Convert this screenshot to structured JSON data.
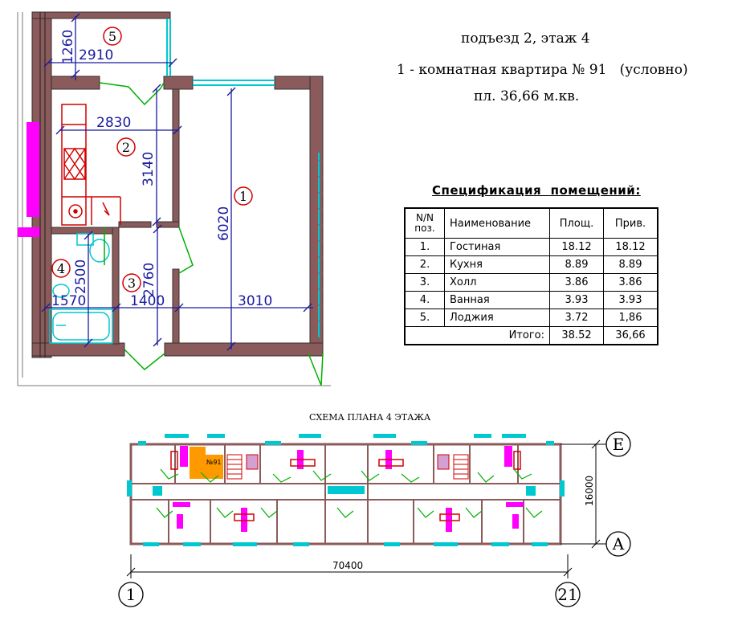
{
  "header": {
    "line1": "подъезд 2, этаж 4",
    "line2": "1 - комнатная квартира № 91   (условно)",
    "line3": "пл. 36,66 м.кв."
  },
  "spec": {
    "title": "Спецификация  помещений:",
    "columns": [
      "N/N поз.",
      "Наименование",
      "Площ.",
      "Прив."
    ],
    "rows": [
      {
        "num": "1.",
        "name": "Гостиная",
        "area": "18.12",
        "priv": "18.12"
      },
      {
        "num": "2.",
        "name": "Кухня",
        "area": "8.89",
        "priv": "8.89"
      },
      {
        "num": "3.",
        "name": "Холл",
        "area": "3.86",
        "priv": "3.86"
      },
      {
        "num": "4.",
        "name": "Ванная",
        "area": "3.93",
        "priv": "3.93"
      },
      {
        "num": "5.",
        "name": "Лоджия",
        "area": "3.72",
        "priv": "1,86"
      }
    ],
    "total": {
      "label": "Итого:",
      "area": "38.52",
      "priv": "36,66"
    }
  },
  "plan": {
    "rooms": [
      "1",
      "2",
      "3",
      "4",
      "5"
    ],
    "dims": {
      "d1260": "1260",
      "d2910": "2910",
      "d2830": "2830",
      "d3140": "3140",
      "d6020": "6020",
      "d2760": "2760",
      "d2500": "2500",
      "d1570": "1570",
      "d1400": "1400",
      "d3010": "3010"
    }
  },
  "scheme": {
    "title": "СХЕМА ПЛАНА  4  ЭТАЖА",
    "width": "70400",
    "depth": "16000",
    "axis_e": "Е",
    "axis_a": "А",
    "axis_1": "1",
    "axis_21": "21",
    "apt_tag": "№91"
  },
  "colors": {
    "wall": "#8b5a5a",
    "dim": "#1a1aa0",
    "door": "#00b000",
    "magenta": "#ff00ff",
    "red": "#d00000",
    "cyan": "#00c8d0",
    "orange": "#ff9900"
  }
}
